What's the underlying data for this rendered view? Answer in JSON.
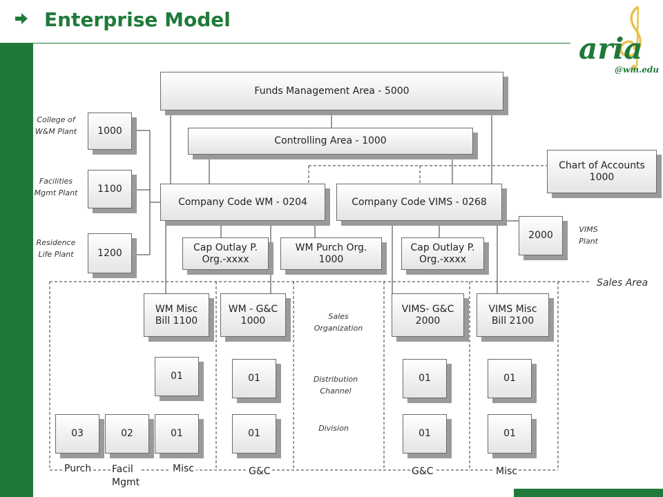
{
  "slide": {
    "title": "Enterprise Model",
    "logo_text": "aria",
    "logo_subtext": "@wm.edu",
    "accent_color": "#1f7a3a"
  },
  "boxes": {
    "funds_mgmt": "Funds Management Area - 5000",
    "controlling": "Controlling Area - 1000",
    "chart_of_accounts": "Chart of Accounts 1000",
    "company_wm": "Company Code WM - 0204",
    "company_vims": "Company Code VIMS - 0268",
    "plant_1000": "1000",
    "plant_1100": "1100",
    "plant_1200": "1200",
    "plant_2000": "2000",
    "cap_outlay_1": "Cap Outlay P. Org.-xxxx",
    "wm_purch": "WM Purch Org. 1000",
    "cap_outlay_2": "Cap Outlay P. Org.-xxxx",
    "wm_misc_bill": "WM Misc Bill 1100",
    "wm_gc": "WM - G&C 1000",
    "vims_gc": "VIMS- G&C 2000",
    "vims_misc": "VIMS Misc Bill  2100",
    "dc_1": "01",
    "dc_2": "01",
    "dc_3": "01",
    "dc_4": "01",
    "div_03": "03",
    "div_02": "02",
    "div_01a": "01",
    "div_01b": "01",
    "div_01c": "01",
    "div_01d": "01"
  },
  "labels": {
    "college": "College of W&M Plant",
    "facilities": "Facilities Mgmt Plant",
    "residence": "Residence Life Plant",
    "vims_plant": "VIMS Plant",
    "sales_area": "Sales Area",
    "sales_org": "Sales Organization",
    "dist_channel": "Distribution Channel",
    "division": "Division"
  },
  "bottom_labels": {
    "purch": "Purch",
    "facil": "Facil Mgmt",
    "misc1": "Misc",
    "gc1": "G&C",
    "gc2": "G&C",
    "misc2": "Misc"
  },
  "icons": {
    "title_arrow": "right-arrow-icon",
    "logo_clef": "treble-clef-icon"
  }
}
